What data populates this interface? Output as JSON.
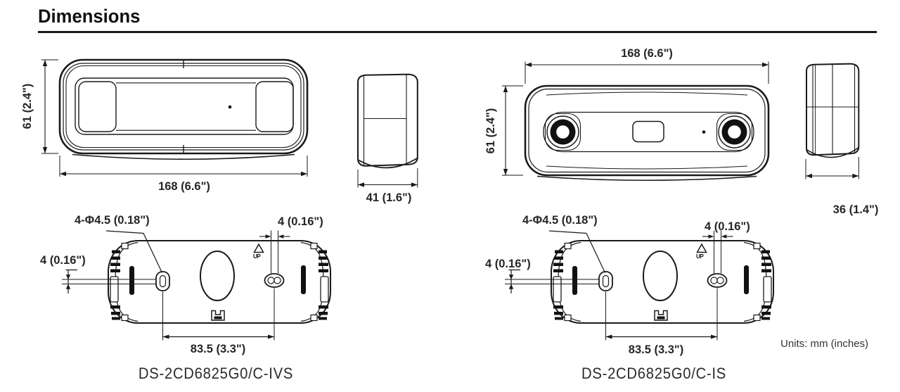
{
  "title": "Dimensions",
  "units_note": "Units: mm (inches)",
  "left_camera": {
    "model": "DS-2CD6825G0/C-IVS",
    "front_height": "61 (2.4\")",
    "front_width": "168 (6.6\")",
    "side_depth": "41 (1.6\")",
    "screw_holes": "4-Φ4.5 (0.18\")",
    "hole_offset_top": "4 (0.16\")",
    "hole_offset_left": "4 (0.16\")",
    "hole_spacing": "83.5 (3.3\")",
    "up_marker": "UP"
  },
  "right_camera": {
    "model": "DS-2CD6825G0/C-IS",
    "front_height": "61 (2.4\")",
    "front_width": "168 (6.6\")",
    "side_depth": "36 (1.4\")",
    "screw_holes": "4-Φ4.5 (0.18\")",
    "hole_offset_top": "4 (0.16\")",
    "hole_offset_left": "4 (0.16\")",
    "hole_spacing": "83.5 (3.3\")",
    "up_marker": "UP"
  }
}
